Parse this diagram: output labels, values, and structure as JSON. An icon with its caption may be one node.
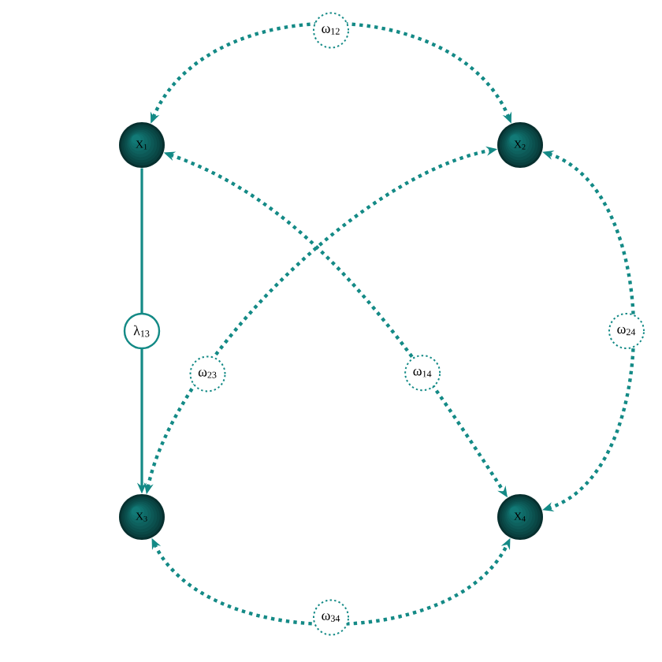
{
  "diagram": {
    "nodes": [
      {
        "text": [
          "X$_{1}$"
        ]
      },
      {
        "text": [
          "X$_{2}$"
        ]
      },
      {
        "text": [
          "X$_{3}$"
        ]
      },
      {
        "text": [
          "X$_{4}$"
        ]
      }
    ],
    "edges": [
      {
        "from": 0,
        "to": 1,
        "arrow": "both",
        "label": "ω$_{12}$",
        "style": "dashed"
      },
      {
        "from": 0,
        "to": 2,
        "arrow": "to",
        "label": "λ$_{13}$"
      },
      {
        "from": 2,
        "to": 1,
        "arrow": "both",
        "label": "ω$_{23}$",
        "style": "dashed"
      },
      {
        "from": 0,
        "to": 3,
        "arrow": "both",
        "label": "ω$_{14}$",
        "style": "dashed"
      },
      {
        "from": 1,
        "to": 3,
        "arrow": "both",
        "label": "ω$_{24}$",
        "style": "dashed"
      },
      {
        "from": 2,
        "to": 3,
        "arrow": "both",
        "label": "ω$_{34}$",
        "style": "dashed"
      }
    ]
  }
}
